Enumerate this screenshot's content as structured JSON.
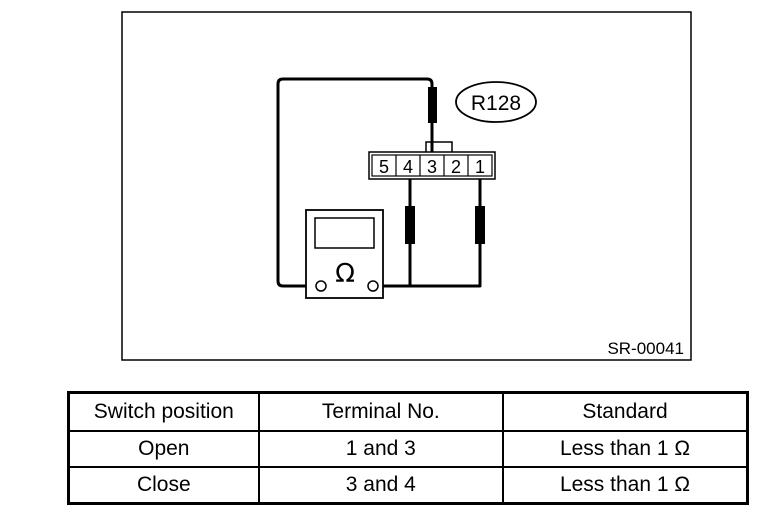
{
  "diagram": {
    "connector_label": "R128",
    "pins": [
      "5",
      "4",
      "3",
      "2",
      "1"
    ],
    "meter_symbol": "Ω",
    "figure_code": "SR-00041"
  },
  "table": {
    "headers": [
      "Switch position",
      "Terminal No.",
      "Standard"
    ],
    "rows": [
      [
        "Open",
        "1 and 3",
        "Less than 1 Ω"
      ],
      [
        "Close",
        "3 and 4",
        "Less than 1 Ω"
      ]
    ]
  }
}
